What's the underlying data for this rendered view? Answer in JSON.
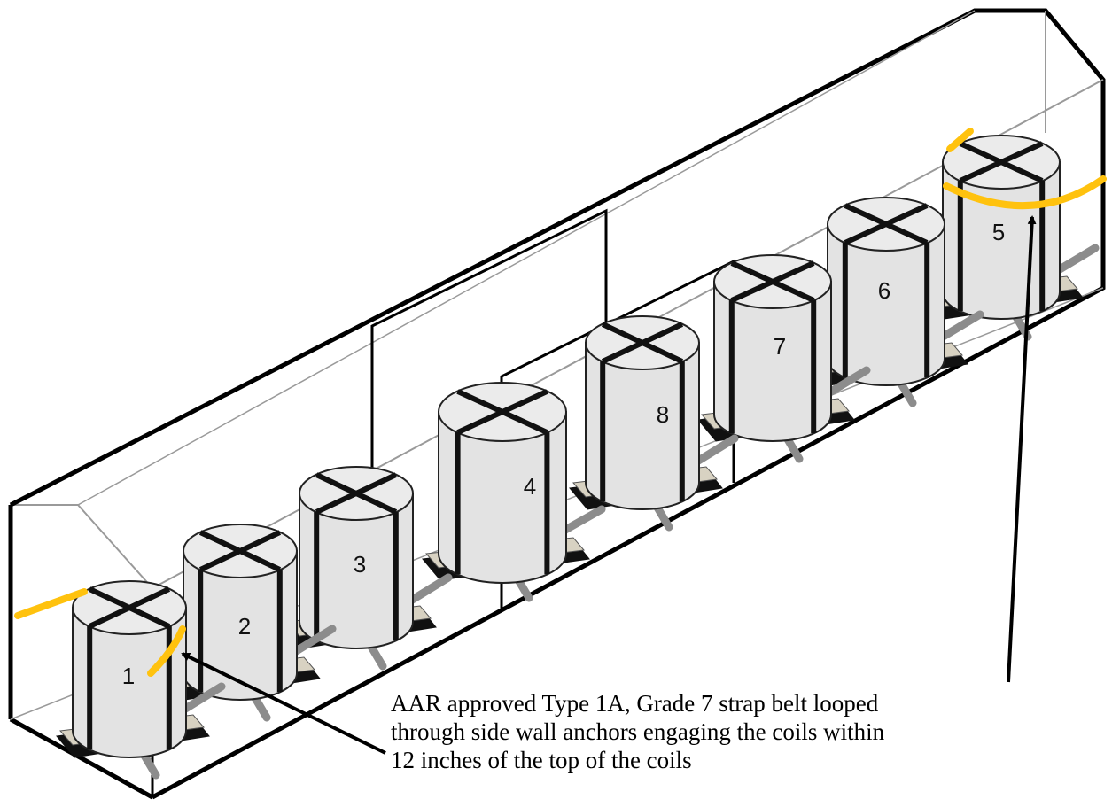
{
  "colors": {
    "coil_fill": "#e3e3e3",
    "coil_top": "#ebebeb",
    "band": "#111111",
    "floor_strap": "#8c8c8c",
    "anchor_belt": "#ffc20e",
    "car_outline": "#000000",
    "door_line": "#a6a6a6"
  },
  "coils": [
    {
      "label": "1"
    },
    {
      "label": "2"
    },
    {
      "label": "3"
    },
    {
      "label": "4"
    },
    {
      "label": "8"
    },
    {
      "label": "7"
    },
    {
      "label": "6"
    },
    {
      "label": "5"
    }
  ],
  "callout": {
    "lines": [
      "AAR approved Type 1A, Grade 7 strap belt looped",
      "through side wall anchors engaging the coils within",
      "12 inches of the top of the coils"
    ]
  }
}
